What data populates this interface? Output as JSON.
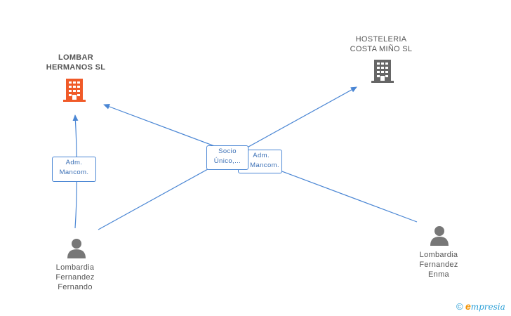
{
  "nodes": {
    "lombar": {
      "line1": "LOMBAR",
      "line2": "HERMANOS SL",
      "icon": "building-icon",
      "color": "#f05a28"
    },
    "hosteleria": {
      "line1": "HOSTELERIA",
      "line2": "COSTA MIÑO SL",
      "icon": "building-icon",
      "color": "#666666"
    },
    "fernando": {
      "line1": "Lombardia",
      "line2": "Fernandez",
      "line3": "Fernando",
      "icon": "person-icon"
    },
    "enma": {
      "line1": "Lombardia",
      "line2": "Fernandez",
      "line3": "Enma",
      "icon": "person-icon"
    }
  },
  "edge_labels": {
    "adm_left": {
      "line1": "Adm.",
      "line2": "Mancom."
    },
    "socio": {
      "line1": "Socio",
      "line2": "Único,..."
    },
    "adm_right": {
      "line1": "Adm.",
      "line2": "Mancom."
    }
  },
  "colors": {
    "edge": "#4a86d4",
    "person": "#777777"
  },
  "brand": {
    "copyright": "©",
    "e": "e",
    "rest": "mpresia"
  }
}
